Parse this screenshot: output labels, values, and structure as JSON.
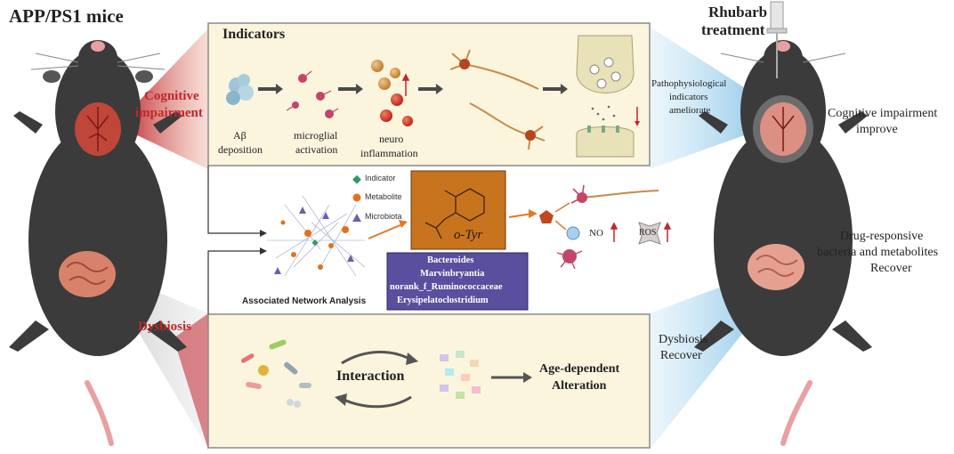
{
  "left_title": "APP/PS1 mice",
  "right_title_line1": "Rhubarb",
  "right_title_line2": "treatment",
  "left_labels": {
    "cognitive_line1": "Cognitive",
    "cognitive_line2": "impairment",
    "dysbiosis": "Dysbiosis"
  },
  "indicators_panel": {
    "title": "Indicators",
    "abeta_line1": "Aβ",
    "abeta_line2": "deposition",
    "microglial_line1": "microglial",
    "microglial_line2": "activation",
    "neuro_line1": "neuro",
    "neuro_line2": "inflammation"
  },
  "network_panel": {
    "caption": "Associated Network Analysis",
    "legend": [
      "Indicator",
      "Metabolite",
      "Microbiota"
    ],
    "molecule_label": "o-Tyr",
    "bacteria": [
      "Bacteroides",
      "Marvinbryantia",
      "norank_f_Ruminococcaceae",
      "Erysipelatoclostridium"
    ],
    "no_label": "NO",
    "ros_label": "ROS"
  },
  "dysbiosis_panel": {
    "interaction": "Interaction",
    "age_line1": "Age-dependent",
    "age_line2": "Alteration"
  },
  "right_labels": {
    "patho_line1": "Pathophysiological",
    "patho_line2": "indicators",
    "patho_line3": "ameliorate",
    "cognitive_line1": "Cognitive impairment",
    "cognitive_line2": "improve",
    "drug_line1": "Drug-responsive",
    "drug_line2": "bacteria and metabolites",
    "drug_line3": "Recover",
    "dys_line1": "Dysbiosis",
    "dys_line2": "Recover"
  },
  "colors": {
    "panel_fill": "#fbf5de",
    "accent_red": "#c0272d",
    "molecule_box": "#c8741e",
    "bacteria_box": "#5a4e9e",
    "mouse_body": "#3b3b3b"
  }
}
